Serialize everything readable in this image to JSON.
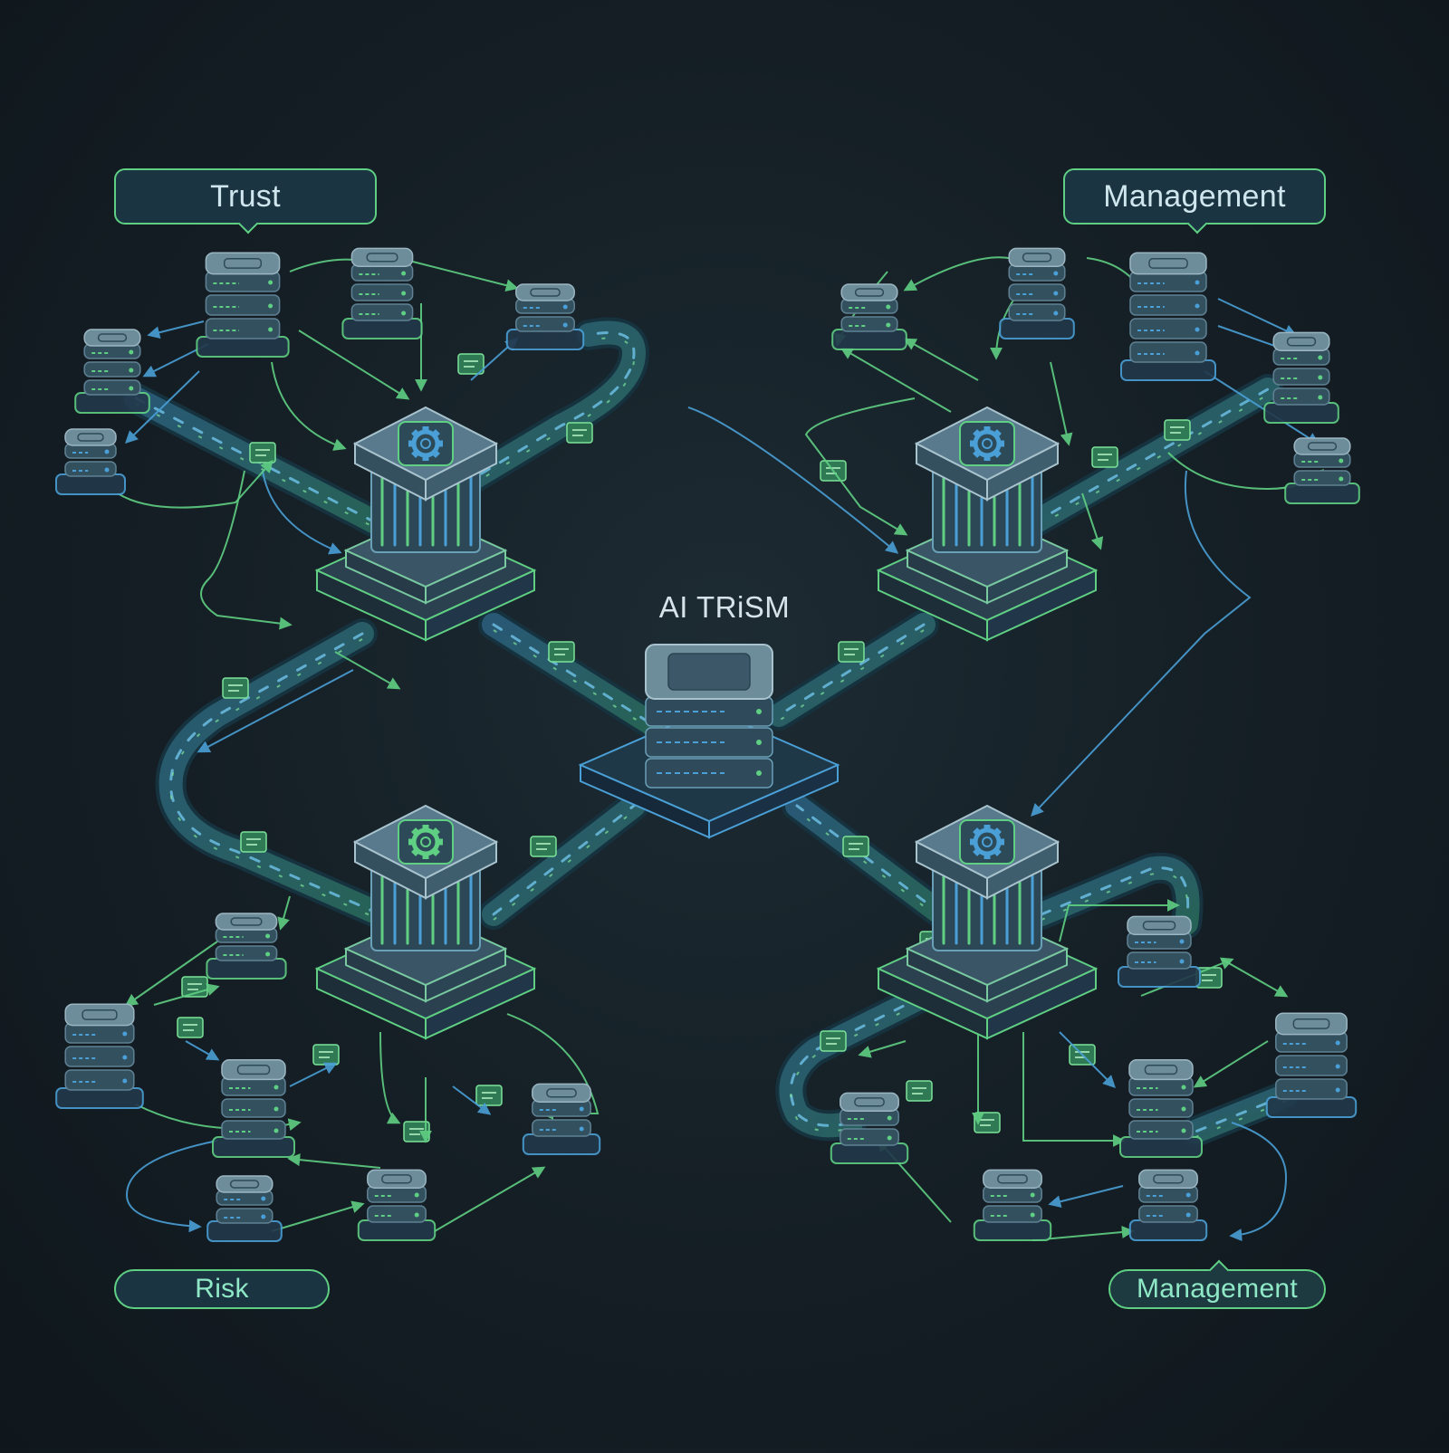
{
  "diagram": {
    "center_title": "AI TRiSM",
    "labels": {
      "top_left": "Trust",
      "top_right": "Management",
      "bottom_left": "Risk",
      "bottom_right": "Management"
    },
    "colors": {
      "background": "#141e24",
      "accent_green": "#5fcf83",
      "accent_blue": "#4a9fd6",
      "node_top": "#6d8d9b",
      "node_side": "#324a57"
    },
    "icons": {
      "pillar_icon": "gear-icon",
      "center_node": "server-stack-icon",
      "satellite_node": "server-icon"
    }
  }
}
